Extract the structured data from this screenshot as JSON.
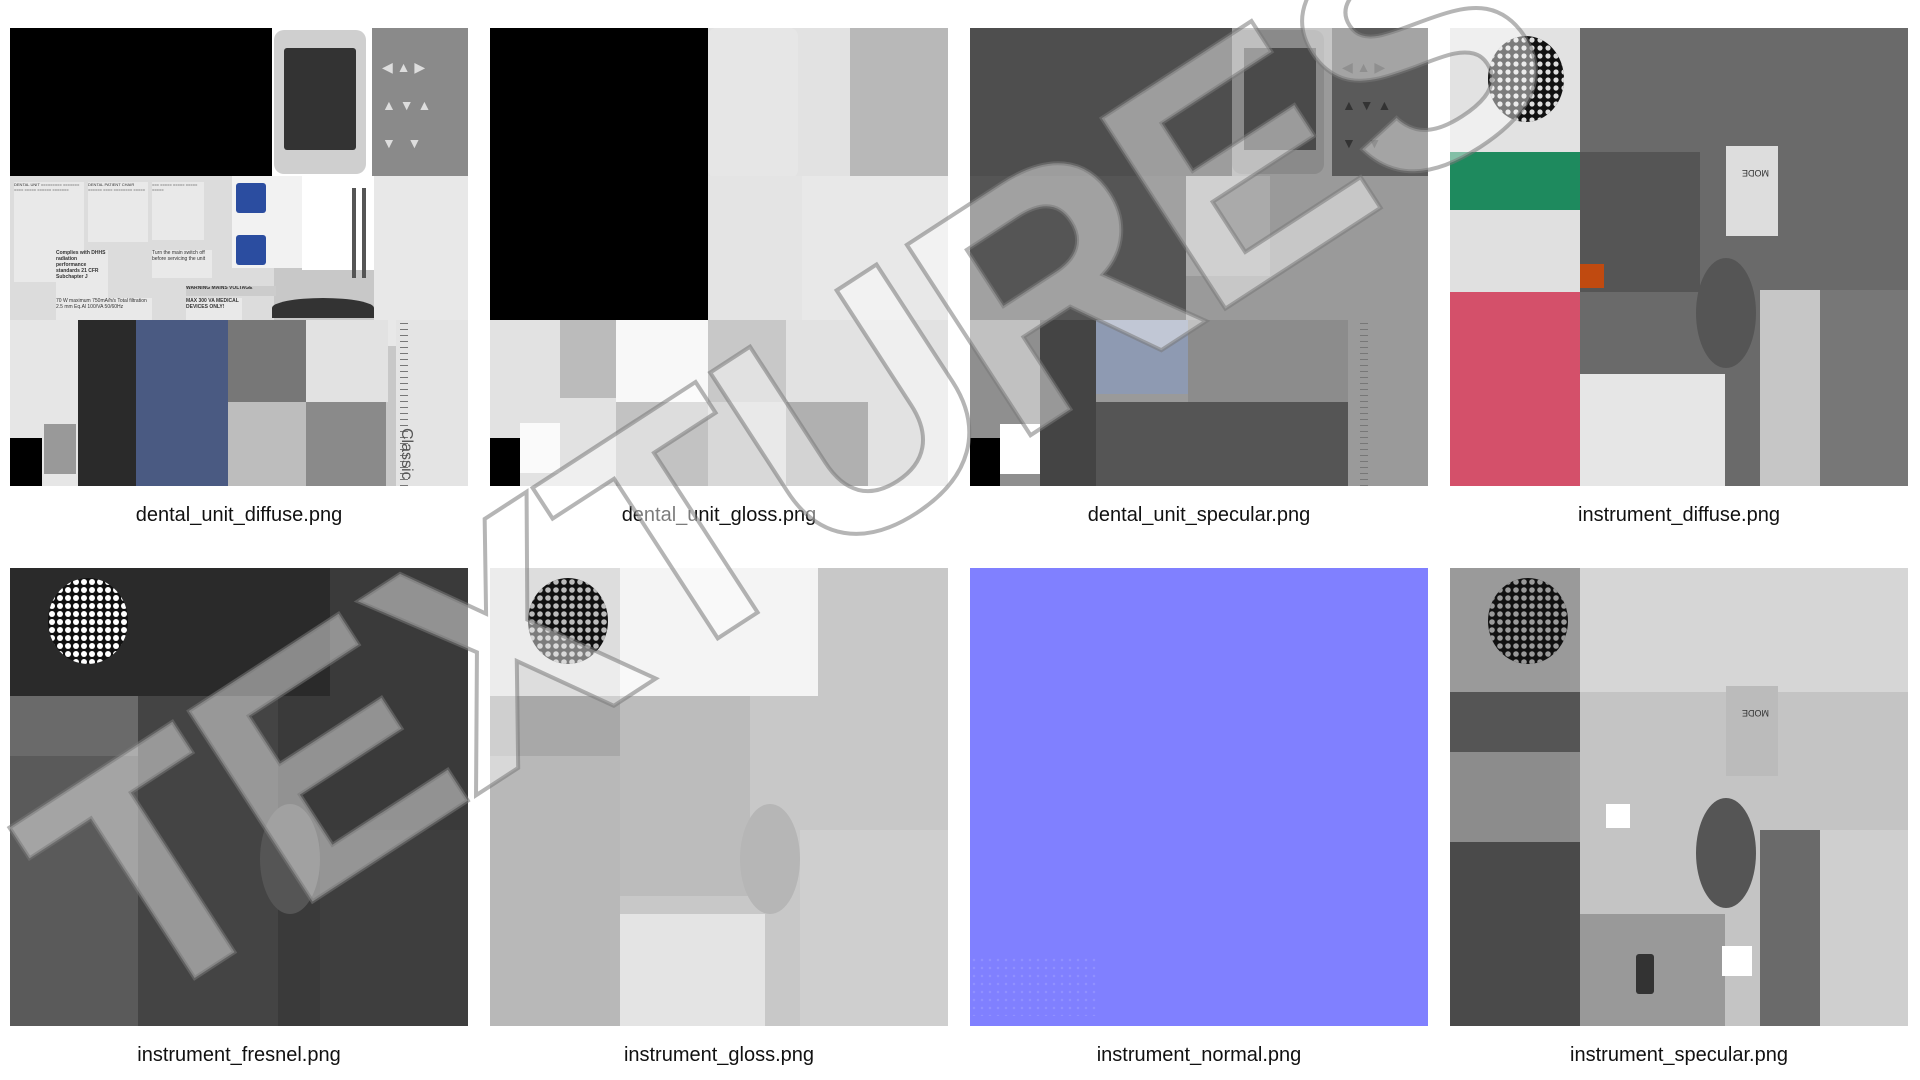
{
  "textures": [
    {
      "file": "dental_unit_diffuse.png"
    },
    {
      "file": "dental_unit_gloss.png"
    },
    {
      "file": "dental_unit_specular.png"
    },
    {
      "file": "instrument_diffuse.png"
    },
    {
      "file": "instrument_fresnel.png"
    },
    {
      "file": "instrument_gloss.png"
    },
    {
      "file": "instrument_normal.png"
    },
    {
      "file": "instrument_specular.png"
    }
  ],
  "watermark": "TEXTURES",
  "labels": {
    "classic": "Classic",
    "mode": "MODE",
    "warning": "WARNING MAINS VOLTAGE",
    "medical": "MAX 300 VA MEDICAL DEVICES ONLY!",
    "complies": "Complies with DHHS radiation performance standards 21 CFR Subchapter J",
    "turn_main": "Turn the main switch off before servicing the unit",
    "power": "70 W maximum 750mA/h/s Total filtration 2.5 mm Eq.Al 100/VA 50/60Hz"
  },
  "colors": {
    "background": "#ffffff",
    "normal_map": "#8080ff",
    "diffuse_green": "#1e8a5e",
    "diffuse_pink": "#d4506a",
    "diffuse_blue": "#4a5a82"
  }
}
